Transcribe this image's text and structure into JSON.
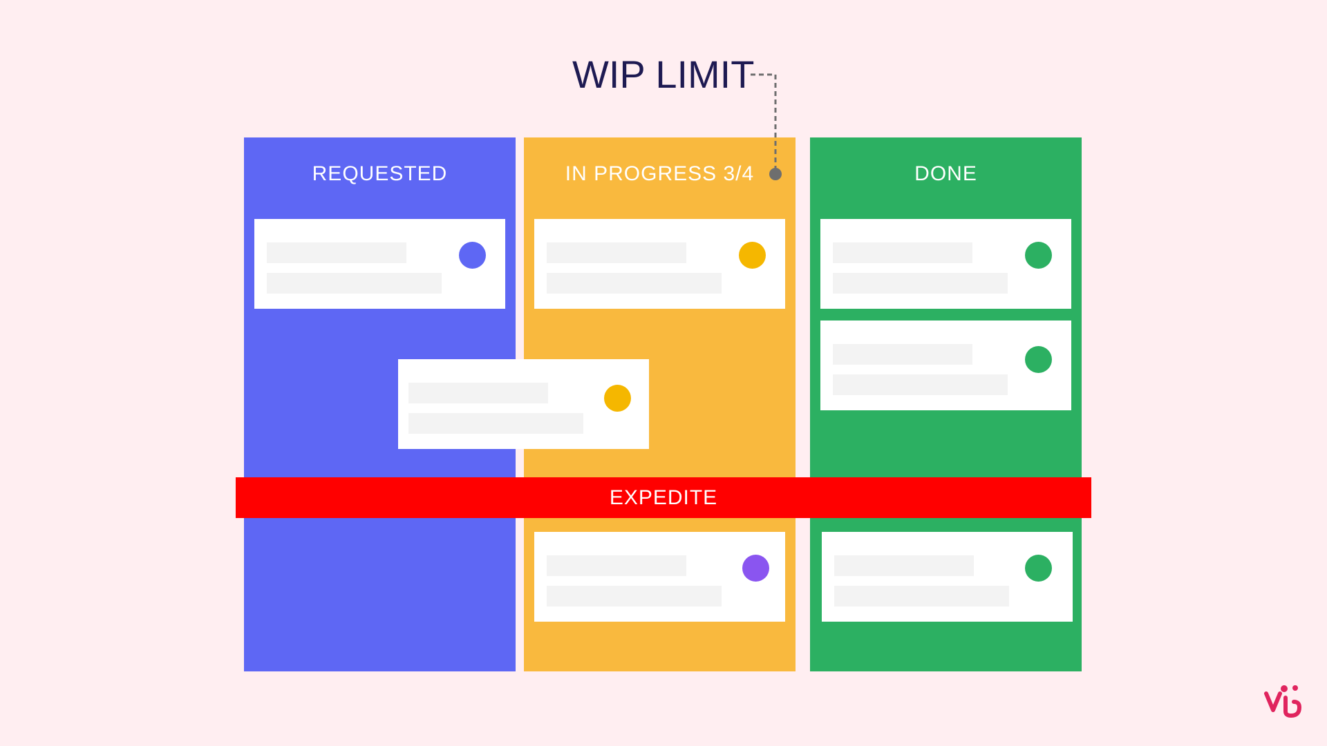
{
  "colors": {
    "background": "#FFEEF1",
    "requested": "#5E67F4",
    "in_progress": "#F9B93E",
    "done": "#2CB062",
    "expedite": "#FF0000",
    "card": "#FFFFFF",
    "card_placeholder": "#F3F3F3",
    "title_text": "#1E1A52",
    "connector": "#6E6E6E",
    "logo": "#E0245E"
  },
  "wip": {
    "label": "WIP LIMIT"
  },
  "columns": [
    {
      "id": "requested",
      "title": "REQUESTED",
      "color": "#5E67F4"
    },
    {
      "id": "in_progress",
      "title": "IN PROGRESS 3/4",
      "color": "#F9B93E"
    },
    {
      "id": "done",
      "title": "DONE",
      "color": "#2CB062"
    }
  ],
  "cards": [
    {
      "column": "requested",
      "dot_color": "#5E67F4"
    },
    {
      "column": "in_progress",
      "dot_color": "#F5B700"
    },
    {
      "column": "done",
      "dot_color": "#2CB062"
    },
    {
      "column": "done",
      "dot_color": "#2CB062"
    },
    {
      "column": "in_progress",
      "dot_color": "#F5B700",
      "state": "moving"
    },
    {
      "column": "in_progress",
      "lane": "expedite",
      "dot_color": "#8A55F0"
    },
    {
      "column": "done",
      "lane": "expedite",
      "dot_color": "#2CB062"
    }
  ],
  "expedite": {
    "label": "EXPEDITE"
  },
  "logo": {
    "icon": "brand-logo-icon"
  }
}
